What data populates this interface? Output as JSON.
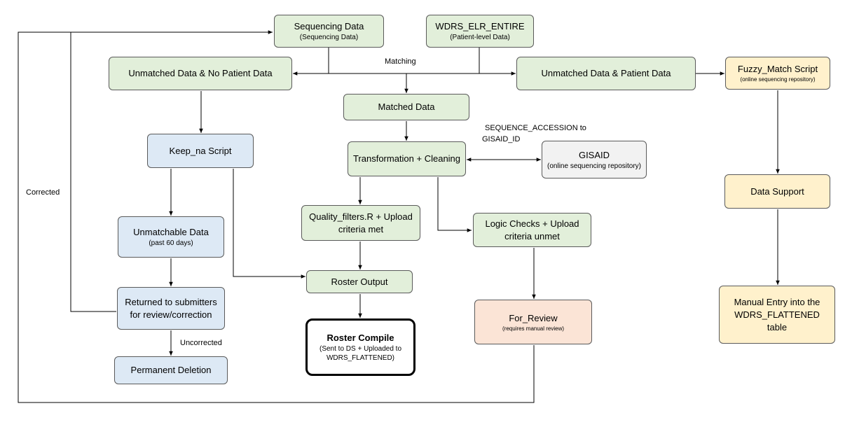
{
  "nodes": {
    "sequencing": {
      "title": "Sequencing Data",
      "sub": "(Sequencing Data)"
    },
    "wdrs_elr": {
      "title": "WDRS_ELR_ENTIRE",
      "sub": "(Patient-level Data)"
    },
    "unmatched_no_patient": {
      "title": "Unmatched Data & No Patient Data"
    },
    "unmatched_patient": {
      "title": "Unmatched Data & Patient Data"
    },
    "fuzzy": {
      "title": "Fuzzy_Match Script",
      "sub": "(online sequencing repository)"
    },
    "matched": {
      "title": "Matched Data"
    },
    "keep_na": {
      "title": "Keep_na Script"
    },
    "transformation": {
      "title": "Transformation + Cleaning"
    },
    "gisaid": {
      "title": "GISAID",
      "sub": "(online sequencing repository)"
    },
    "data_support": {
      "title": "Data Support"
    },
    "unmatchable": {
      "title": "Unmatchable Data",
      "sub": "(past 60 days)"
    },
    "quality": {
      "title": "Quality_filters.R + Upload criteria met"
    },
    "logic": {
      "title": "Logic Checks + Upload criteria unmet"
    },
    "roster_output": {
      "title": "Roster Output"
    },
    "returned": {
      "title": "Returned to submitters for review/correction"
    },
    "for_review": {
      "title": "For_Review",
      "sub": "(requires manual review)"
    },
    "manual_entry": {
      "title": "Manual Entry into the WDRS_FLATTENED table"
    },
    "roster_compile": {
      "title": "Roster Compile",
      "sub": "(Sent to DS + Uploaded to WDRS_FLATTENED)"
    },
    "permanent_deletion": {
      "title": "Permanent Deletion"
    }
  },
  "labels": {
    "matching": "Matching",
    "sequence_accession": "SEQUENCE_ACCESSION  to",
    "gisaid_id": "GISAID_ID",
    "corrected": "Corrected",
    "uncorrected": "Uncorrected"
  },
  "colors": {
    "green": "#e2efda",
    "blue": "#dde9f5",
    "yellow": "#fff1cc",
    "gray": "#f2f2f2",
    "peach": "#fbe4d6",
    "line": "#000000"
  }
}
